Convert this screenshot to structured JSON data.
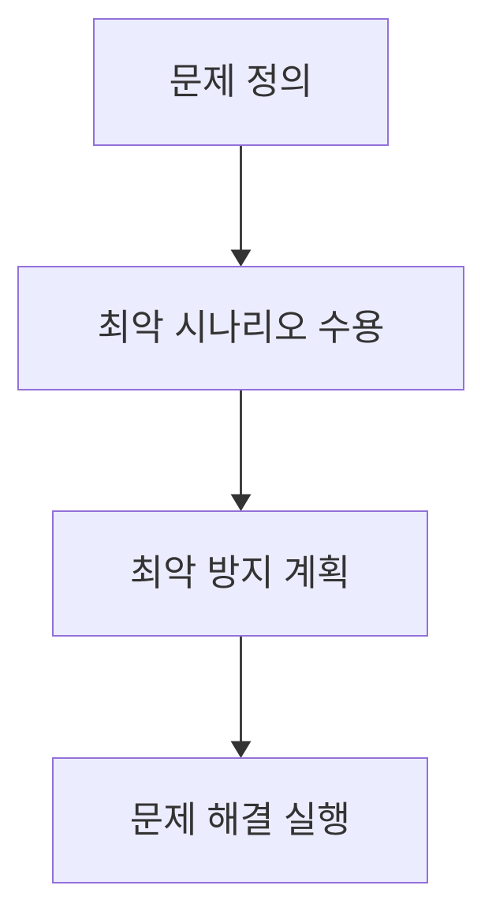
{
  "diagram": {
    "type": "flowchart",
    "direction": "top-down",
    "nodes": [
      {
        "label": "문제 정의"
      },
      {
        "label": "최악 시나리오 수용"
      },
      {
        "label": "최악 방지 계획"
      },
      {
        "label": "문제 해결 실행"
      }
    ],
    "edges": [
      {
        "from": "문제 정의",
        "to": "최악 시나리오 수용",
        "style": "arrow-down"
      },
      {
        "from": "최악 시나리오 수용",
        "to": "최악 방지 계획",
        "style": "arrow-down"
      },
      {
        "from": "최악 방지 계획",
        "to": "문제 해결 실행",
        "style": "arrow-down"
      }
    ],
    "colors": {
      "node_fill": "#ECECFF",
      "node_border": "#9370DB",
      "node_text": "#333333",
      "edge": "#333333",
      "canvas_bg": "#FFFFFF"
    }
  }
}
